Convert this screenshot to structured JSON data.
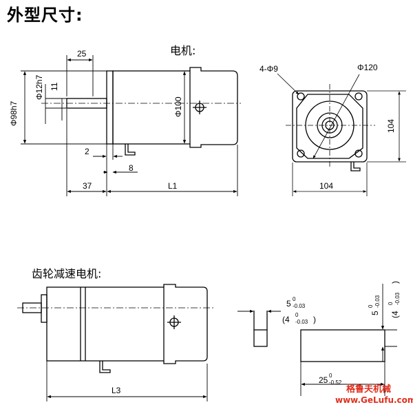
{
  "title": "外型尺寸:",
  "motor": {
    "label": "电机:",
    "dims": {
      "dia_shaft": "Φ12h7",
      "len_25": "25",
      "dim_11": "11",
      "dia_flange": "Φ98h7",
      "dia_body": "Φ100",
      "dim_2": "2",
      "dim_8": "8",
      "dim_37": "37",
      "dim_L1": "L1"
    },
    "front": {
      "holes": "4-Φ9",
      "pcd": "Φ120",
      "width": "104",
      "height": "104"
    }
  },
  "gearmotor": {
    "label": "齿轮减速电机:",
    "dim_L3": "L3",
    "key_side": {
      "main": "5",
      "main_tol_upper": "0",
      "main_tol_lower": "-0.03",
      "alt": "(4",
      "alt_tol_upper": "0",
      "alt_tol_lower": "-0.03",
      "alt_close": ")"
    },
    "key_plan": {
      "main": "5",
      "main_tol_upper": "0",
      "main_tol_lower": "-0.03",
      "alt": "(4",
      "alt_tol_upper": "0",
      "alt_tol_lower": "-0.03",
      "alt_close": ")",
      "len": "25",
      "len_tol_upper": "0",
      "len_tol_lower": "-0.52"
    }
  },
  "watermark": {
    "cn": "格鲁夫机械",
    "url": "www.GeLufu.com"
  }
}
